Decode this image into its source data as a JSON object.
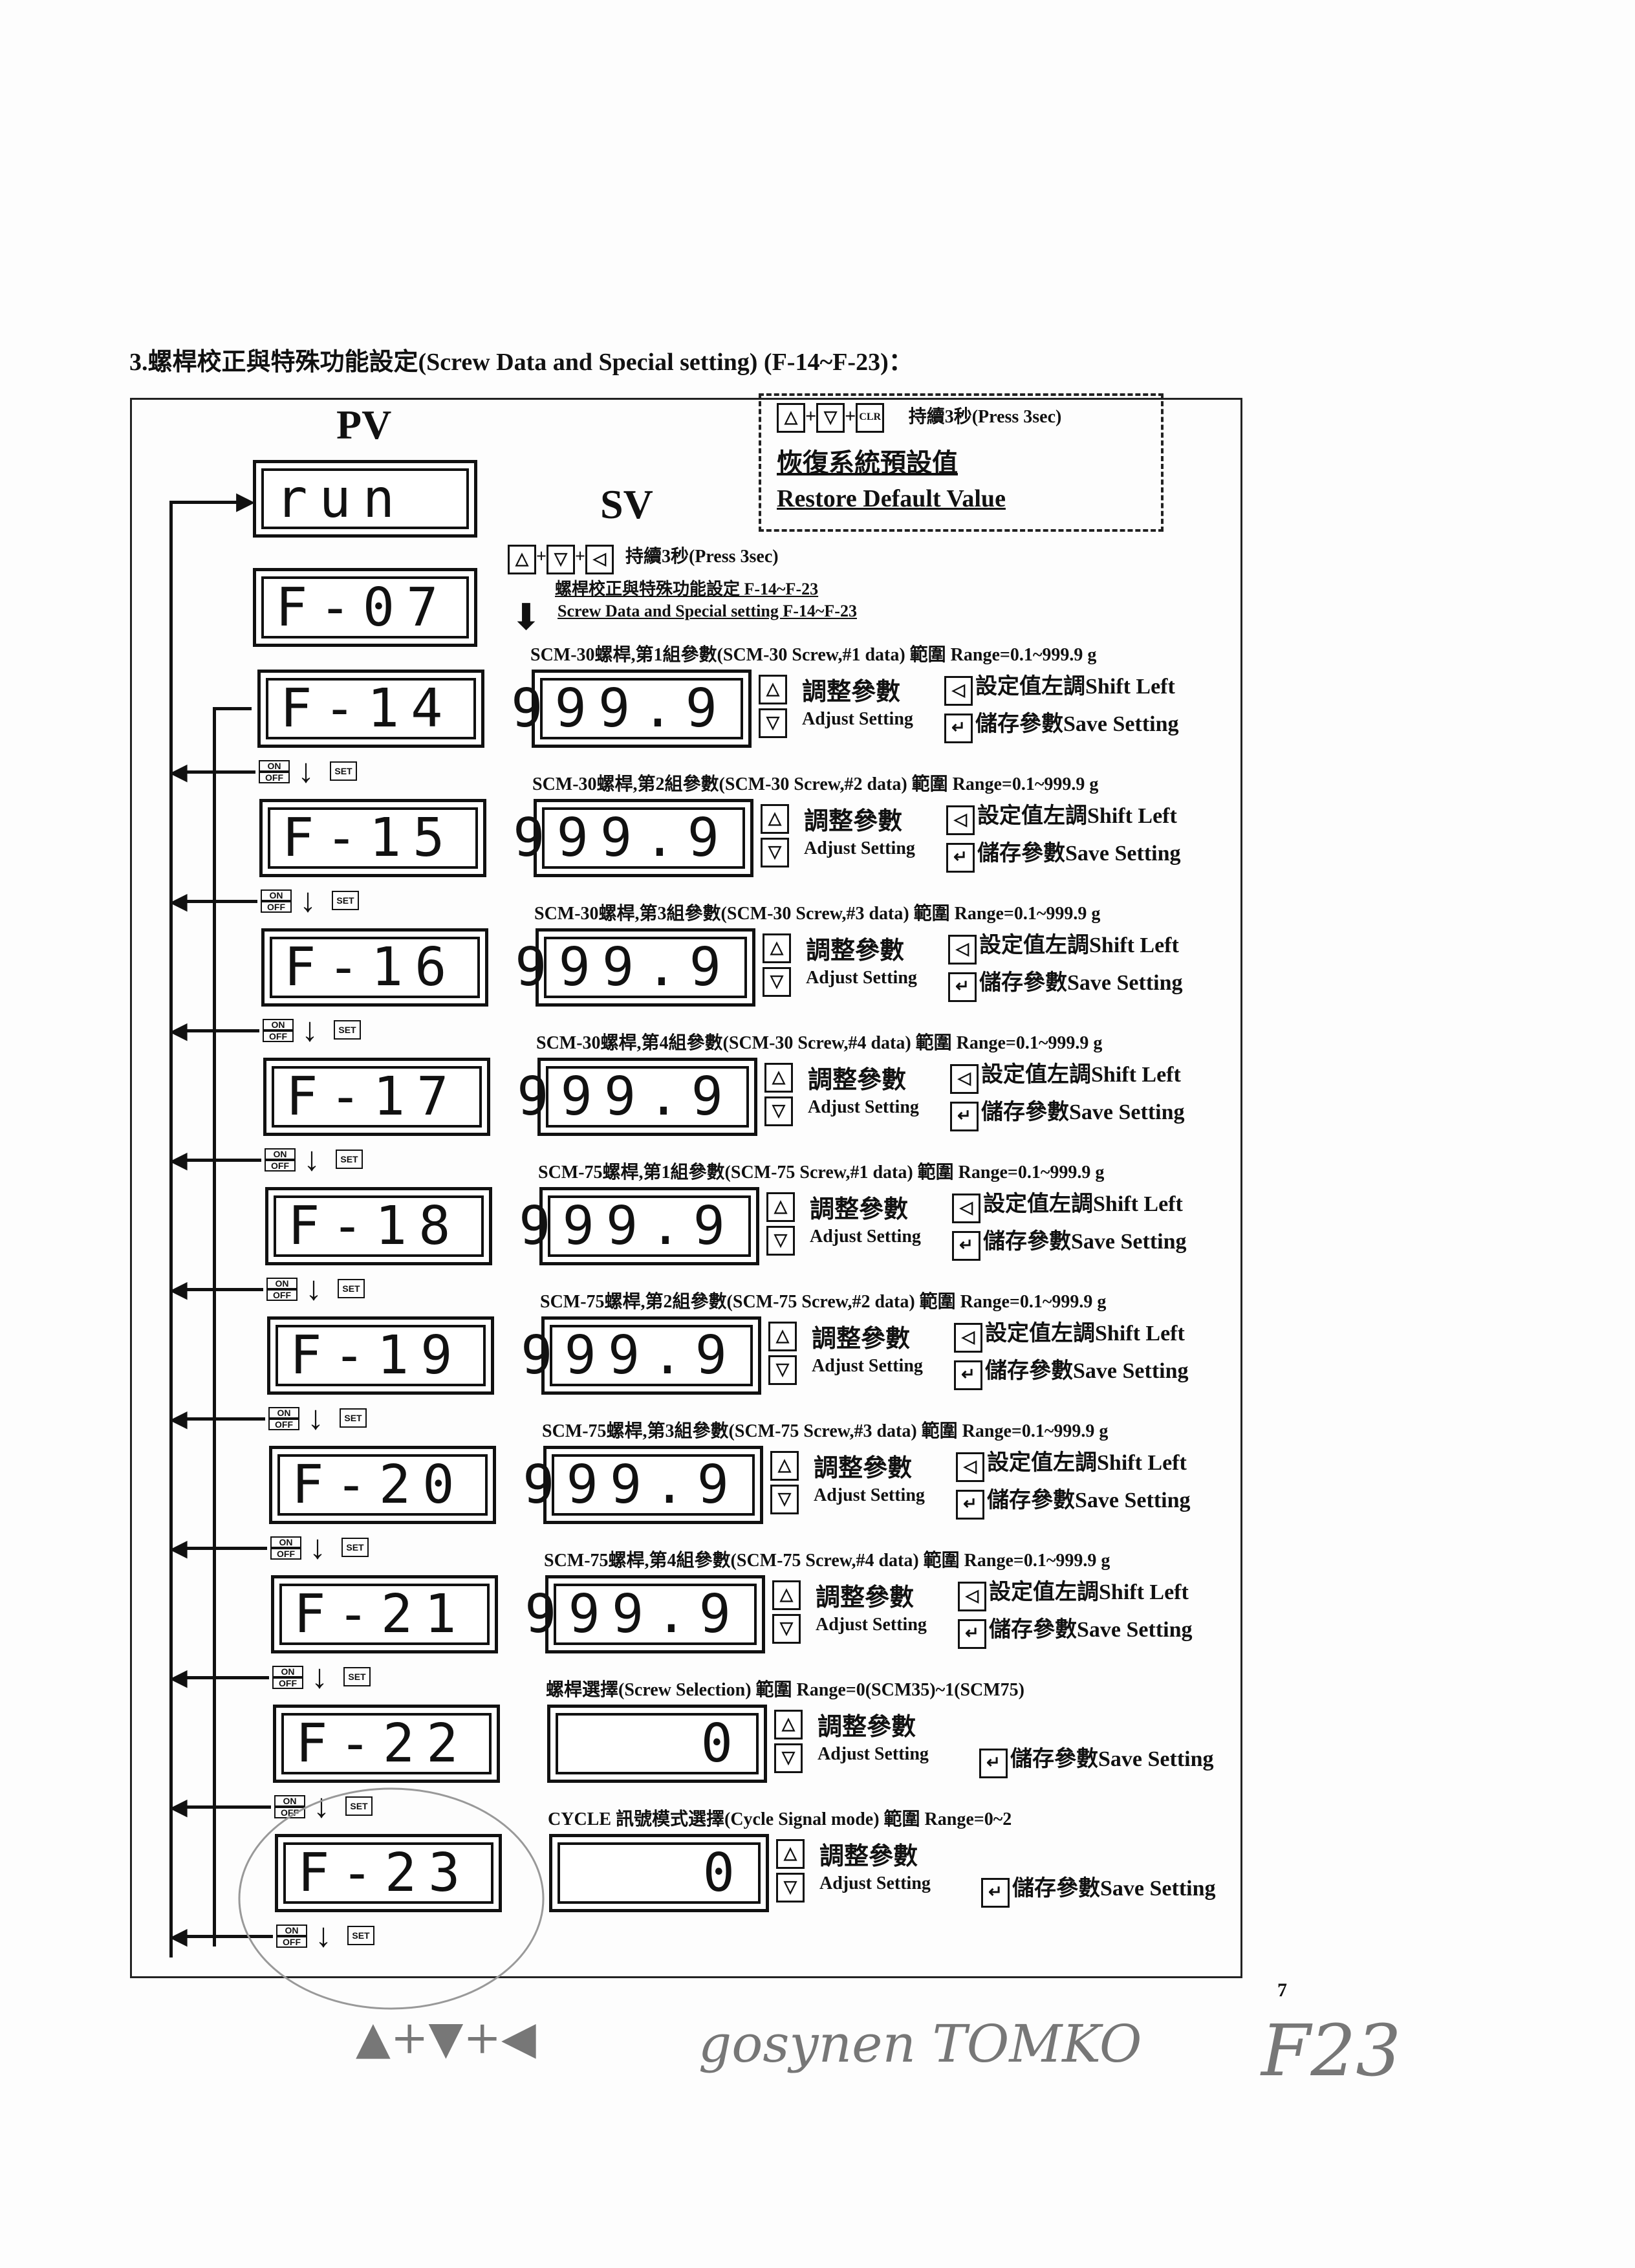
{
  "title": "3.螺桿校正與特殊功能設定(Screw Data and Special setting) (F-14~F-23)：",
  "pv_label": "PV",
  "sv_label": "SV",
  "restore": {
    "keys": [
      "△",
      "▽",
      "CLR"
    ],
    "plus": "+",
    "press": "持續3秒(Press 3sec)",
    "zh": "恢復系統預設值",
    "en": "Restore Default Value"
  },
  "enter": {
    "keys": [
      "△",
      "▽",
      "◁"
    ],
    "plus": "+",
    "press": "持續3秒(Press 3sec)",
    "zh": "螺桿校正與特殊功能設定 F-14~F-23",
    "en": "Screw Data and Special setting F-14~F-23"
  },
  "pv_run": "run",
  "pv_f07": "F-07",
  "step": {
    "on": "ON",
    "off": "OFF",
    "set": "SET"
  },
  "common": {
    "adjust_zh": "調整參數",
    "adjust_en": "Adjust Setting",
    "shift": "設定值左調Shift Left",
    "save": "儲存參數Save Setting",
    "up": "△",
    "down": "▽",
    "left": "◁",
    "enter": "↵"
  },
  "rows": [
    {
      "code": "F-14",
      "caption": "SCM-30螺桿,第1組參數(SCM-30 Screw,#1 data) 範圍 Range=0.1~999.9 g",
      "value": "999.9",
      "shift": true
    },
    {
      "code": "F-15",
      "caption": "SCM-30螺桿,第2組參數(SCM-30 Screw,#2 data) 範圍 Range=0.1~999.9 g",
      "value": "999.9",
      "shift": true
    },
    {
      "code": "F-16",
      "caption": "SCM-30螺桿,第3組參數(SCM-30 Screw,#3 data) 範圍 Range=0.1~999.9 g",
      "value": "999.9",
      "shift": true
    },
    {
      "code": "F-17",
      "caption": "SCM-30螺桿,第4組參數(SCM-30 Screw,#4 data) 範圍 Range=0.1~999.9 g",
      "value": "999.9",
      "shift": true
    },
    {
      "code": "F-18",
      "caption": "SCM-75螺桿,第1組參數(SCM-75 Screw,#1 data) 範圍 Range=0.1~999.9 g",
      "value": "999.9",
      "shift": true
    },
    {
      "code": "F-19",
      "caption": "SCM-75螺桿,第2組參數(SCM-75 Screw,#2 data) 範圍 Range=0.1~999.9 g",
      "value": "999.9",
      "shift": true
    },
    {
      "code": "F-20",
      "caption": "SCM-75螺桿,第3組參數(SCM-75 Screw,#3 data) 範圍 Range=0.1~999.9 g",
      "value": "999.9",
      "shift": true
    },
    {
      "code": "F-21",
      "caption": "SCM-75螺桿,第4組參數(SCM-75 Screw,#4 data) 範圍 Range=0.1~999.9 g",
      "value": "999.9",
      "shift": true
    },
    {
      "code": "F-22",
      "caption": "螺桿選擇(Screw Selection) 範圍 Range=0(SCM35)~1(SCM75)",
      "value": "0",
      "shift": false
    },
    {
      "code": "F-23",
      "caption": "CYCLE 訊號模式選擇(Cycle Signal mode)        範圍 Range=0~2",
      "value": "0",
      "shift": false
    }
  ],
  "page_number": "7",
  "handwriting": {
    "keys": "▲+▼+◀",
    "note": "gosynen TOMKO",
    "code": "F23"
  }
}
